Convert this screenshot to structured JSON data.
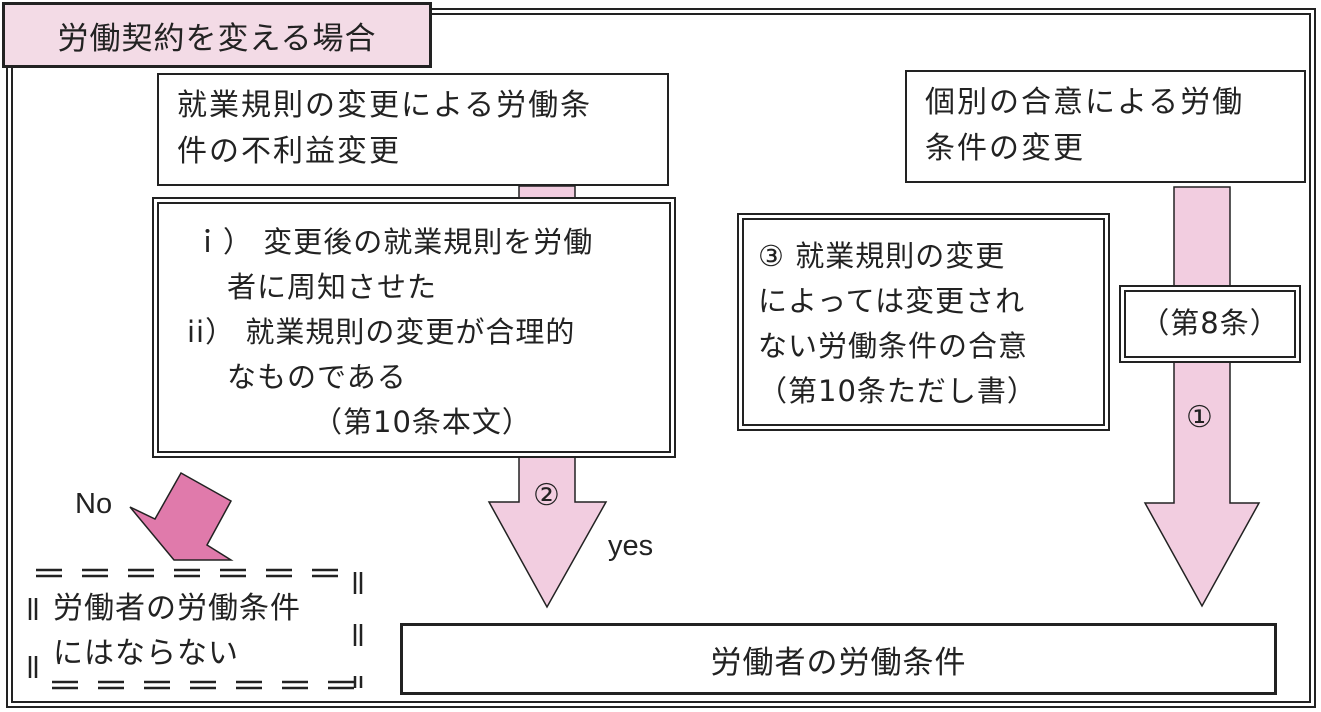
{
  "title": "労働契約を変える場合",
  "left_flow": {
    "header_lines": [
      "就業規則の変更による労働条",
      "件の不利益変更"
    ],
    "condition_lines": [
      "ｉ） 変更後の就業規則を労働",
      "者に周知させた",
      "ii） 就業規則の変更が合理的",
      "なものである",
      "（第10条本文）"
    ],
    "yes_arrow_number": "②",
    "yes_label": "yes",
    "no_label": "No",
    "no_result_lines": [
      "労働者の労働条件",
      "にはならない"
    ]
  },
  "middle": {
    "exception_lines": [
      "③ 就業規則の変更",
      "によっては変更され",
      "ない労働条件の合意",
      "（第10条ただし書）"
    ]
  },
  "right_flow": {
    "header_lines": [
      "個別の合意による労働",
      "条件の変更"
    ],
    "article_label": "（第8条）",
    "arrow_number": "①"
  },
  "result": "労働者の労働条件",
  "colors": {
    "arrow_fill": "#f2cde0",
    "no_arrow_fill": "#e07aab",
    "title_fill": "#f3dbe6",
    "stroke": "#222222"
  }
}
